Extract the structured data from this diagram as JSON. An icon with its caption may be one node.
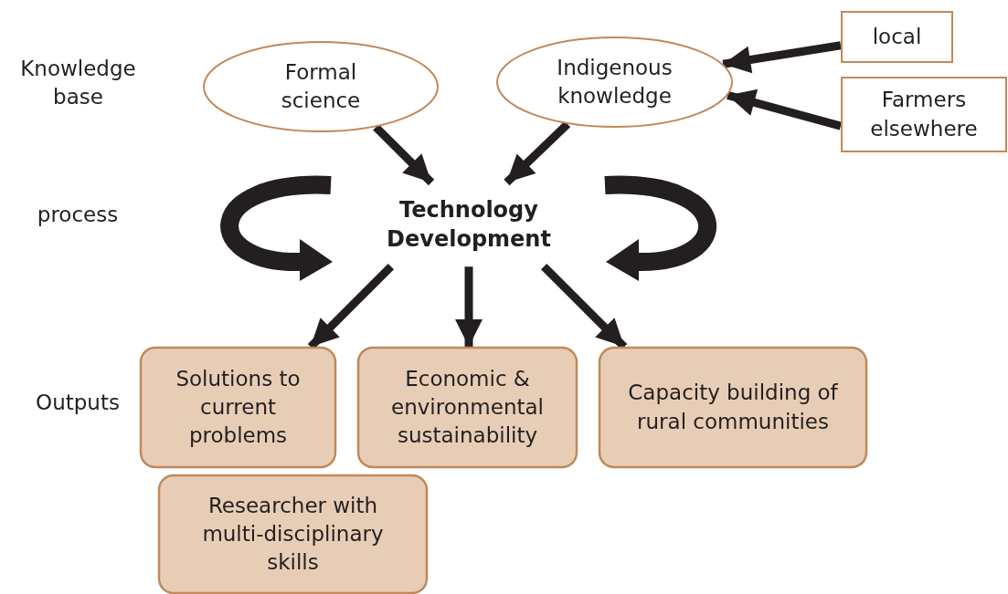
{
  "diagram": {
    "nodes": [
      {
        "text": [
          "Formal science"
        ]
      },
      {
        "text": [
          "Indigenous knowledge"
        ]
      },
      {
        "text": [
          "local"
        ]
      },
      {
        "text": [
          "Farmers elsewhere"
        ]
      },
      {
        "text": [
          "Technology Development"
        ]
      },
      {
        "text": [
          "Solutions to current problems"
        ]
      },
      {
        "text": [
          "Economic & environmental sustainability"
        ]
      },
      {
        "text": [
          "Capacity building of rural communities"
        ]
      },
      {
        "text": [
          "Researcher with multi-disciplinary skills"
        ]
      }
    ],
    "edges": [
      {
        "from": 2,
        "to": 1,
        "arrow": "to"
      },
      {
        "from": 3,
        "to": 1,
        "arrow": "to"
      },
      {
        "from": 0,
        "to": 4,
        "arrow": "to"
      },
      {
        "from": 1,
        "to": 4,
        "arrow": "to"
      },
      {
        "from": 4,
        "to": 5,
        "arrow": "to"
      },
      {
        "from": 4,
        "to": 6,
        "arrow": "to"
      },
      {
        "from": 4,
        "to": 7,
        "arrow": "to"
      }
    ],
    "labels": [
      "Knowledge base",
      "process",
      "Outputs"
    ]
  }
}
